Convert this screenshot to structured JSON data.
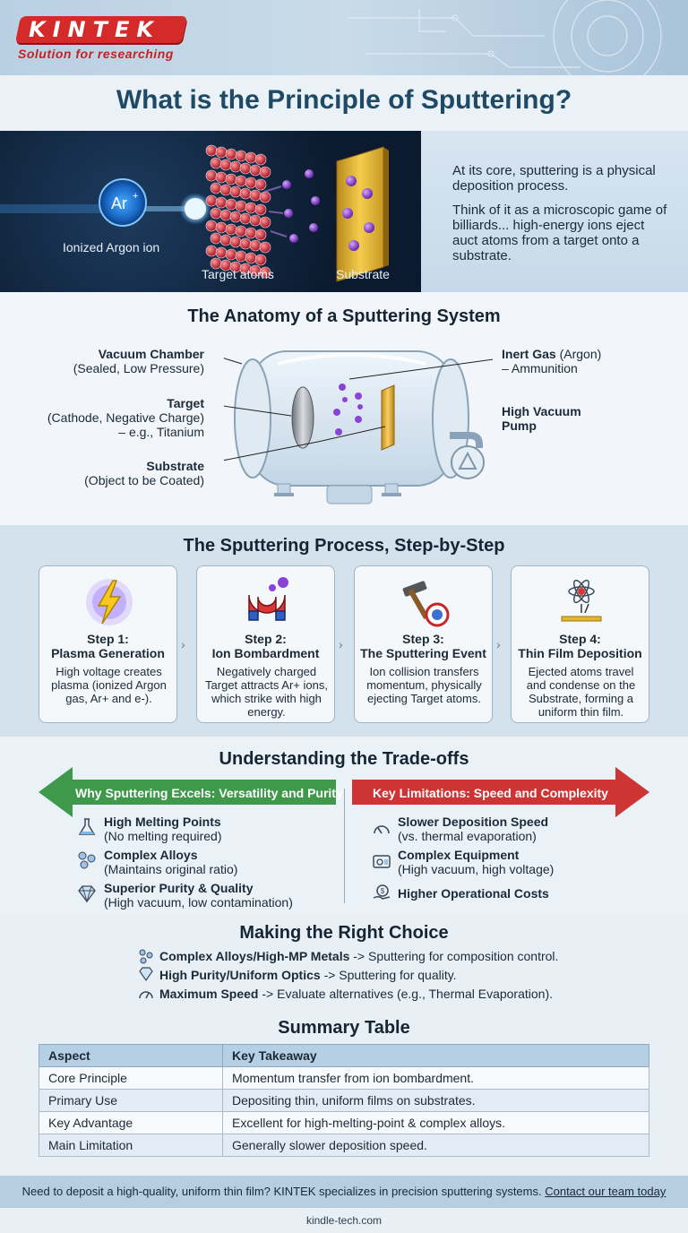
{
  "header": {
    "logo": "KINTEK",
    "tagline": "Solution for researching",
    "title": "What is the Principle of Sputtering?"
  },
  "hero": {
    "labels": {
      "ion": "Ionized Argon ion",
      "ion_symbol": "Ar",
      "ion_charge": "+",
      "target": "Target atoms",
      "substrate": "Substrate"
    },
    "p1": "At its core, sputtering is a physical deposition process.",
    "p2": "Think of it as a microscopic game of billiards... high-energy ions eject auct atoms from a target onto a substrate."
  },
  "anatomy": {
    "title": "The Anatomy of a Sputtering System",
    "vacuum_title": "Vacuum Chamber",
    "vacuum_sub": "(Sealed, Low Pressure)",
    "target_title": "Target",
    "target_sub1": "(Cathode, Negative Charge)",
    "target_sub2": "– e.g., Titanium",
    "substrate_title": "Substrate",
    "substrate_sub": "(Object to be Coated)",
    "gas_title": "Inert Gas",
    "gas_paren": "(Argon)",
    "gas_sub": "– Ammunition",
    "pump_line1": "High Vacuum",
    "pump_line2": "Pump"
  },
  "process": {
    "title": "The Sputtering Process, Step-by-Step",
    "steps": [
      {
        "num": "Step 1:",
        "name": "Plasma Generation",
        "desc": "High voltage creates plasma (ionized Argon gas, Ar+ and e-)."
      },
      {
        "num": "Step 2:",
        "name": "Ion Bombardment",
        "desc": "Negatively charged Target attracts Ar+ ions, which strike with high energy."
      },
      {
        "num": "Step 3:",
        "name": "The Sputtering Event",
        "desc": "Ion collision transfers momentum, physically ejecting Target atoms."
      },
      {
        "num": "Step 4:",
        "name": "Thin Film Deposition",
        "desc": "Ejected atoms travel and condense on the Substrate, forming a uniform thin film."
      }
    ]
  },
  "tradeoffs": {
    "title": "Understanding the Trade-offs",
    "left_banner": "Why Sputtering Excels: Versatility and Purity",
    "right_banner": "Key Limitations: Speed and Complexity",
    "left_color": "#3e9a4a",
    "right_color": "#cf3434",
    "pros": [
      {
        "title": "High Melting Points",
        "sub": "(No melting required)",
        "icon": "flask-icon"
      },
      {
        "title": "Complex Alloys",
        "sub": "(Maintains original ratio)",
        "icon": "molecules-icon"
      },
      {
        "title": "Superior Purity & Quality",
        "sub": "(High vacuum, low contamination)",
        "icon": "diamond-icon"
      }
    ],
    "cons": [
      {
        "title": "Slower Deposition Speed",
        "sub": "(vs. thermal evaporation)",
        "icon": "gauge-icon"
      },
      {
        "title": "Complex Equipment",
        "sub": "(High vacuum, high voltage)",
        "icon": "equipment-icon"
      },
      {
        "title": "Higher Operational Costs",
        "sub": "",
        "icon": "cost-icon"
      }
    ]
  },
  "choice": {
    "title": "Making the Right Choice",
    "items": [
      {
        "bold": "Complex Alloys/High-MP Metals",
        "rest": " -> Sputtering for composition control."
      },
      {
        "bold": "High Purity/Uniform Optics",
        "rest": " -> Sputtering for quality."
      },
      {
        "bold": "Maximum Speed",
        "rest": " -> Evaluate alternatives (e.g., Thermal Evaporation)."
      }
    ]
  },
  "summary": {
    "title": "Summary Table",
    "headers": [
      "Aspect",
      "Key Takeaway"
    ],
    "rows": [
      [
        "Core Principle",
        "Momentum transfer from ion bombardment."
      ],
      [
        "Primary Use",
        "Depositing thin, uniform films on substrates."
      ],
      [
        "Key Advantage",
        "Excellent for high-melting-point & complex alloys."
      ],
      [
        "Main Limitation",
        "Generally slower deposition speed."
      ]
    ]
  },
  "footer": {
    "text": "Need to deposit a high-quality, uniform thin film? KINTEK specializes in precision sputtering systems. ",
    "link": "Contact our team today",
    "site": "kindle-tech.com"
  }
}
